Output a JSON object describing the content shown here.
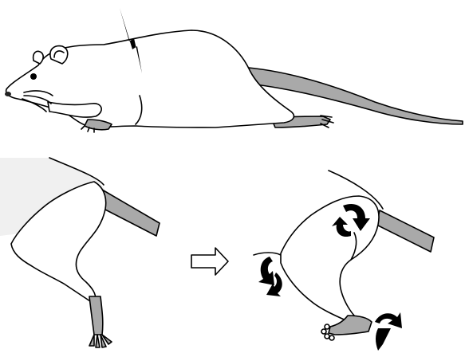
{
  "figure": {
    "panels": [
      {
        "id": "whole-rat",
        "description_visible_text": ""
      },
      {
        "id": "leg-before",
        "description_visible_text": ""
      },
      {
        "id": "leg-after",
        "description_visible_text": ""
      }
    ],
    "colors": {
      "outline": "#000000",
      "body": "#ffffff",
      "tail_and_paw": "#a9a9a9",
      "shading": "#f0f0f0",
      "arrow": "#000000"
    },
    "icons": [
      "lightning-bolt-icon",
      "transition-arrow-icon",
      "rotation-arrow-icon"
    ]
  }
}
